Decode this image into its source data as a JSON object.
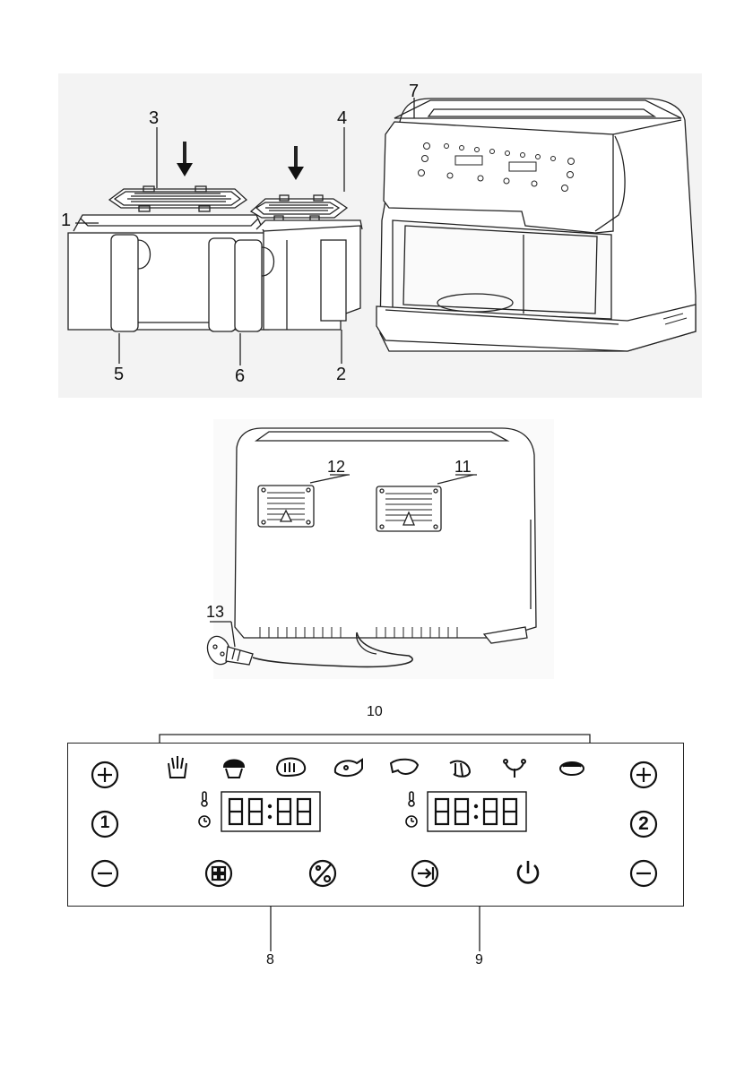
{
  "callouts": {
    "c1": "1",
    "c2": "2",
    "c3": "3",
    "c4": "4",
    "c5": "5",
    "c6": "6",
    "c7": "7",
    "c8": "8",
    "c9": "9",
    "c10": "10",
    "c11": "11",
    "c12": "12",
    "c13": "13"
  },
  "control_panel": {
    "zone1_label": "1",
    "zone2_label": "2",
    "display_left": "88:88",
    "display_right": "88:88",
    "program_icons": [
      "fries-icon",
      "muffin-icon",
      "steak-icon",
      "chicken-icon",
      "fish-icon",
      "shrimp-icon",
      "sausage-icon",
      "vegetable-dish-icon"
    ],
    "buttons": [
      "plus-icon",
      "minus-icon",
      "sync-icon",
      "temp-time-icon",
      "match-icon",
      "power-icon"
    ]
  },
  "colors": {
    "line": "#222222",
    "figure_bg": "#f3f3f3"
  }
}
